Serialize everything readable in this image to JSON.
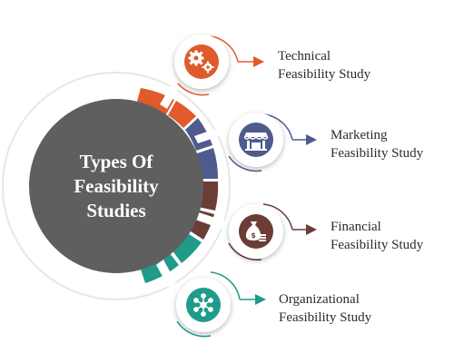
{
  "center": {
    "line1": "Types Of",
    "line2": "Feasibility",
    "line3": "Studies",
    "color": "#5f5f5f"
  },
  "items": [
    {
      "line1": "Technical",
      "line2": "Feasibility Study",
      "icon": "gears-icon",
      "color": "#e05a2b"
    },
    {
      "line1": "Marketing",
      "line2": "Feasibility Study",
      "icon": "storefront-icon",
      "color": "#4f5b8e"
    },
    {
      "line1": "Financial",
      "line2": "Feasibility Study",
      "icon": "money-bag-icon",
      "color": "#6b3d36"
    },
    {
      "line1": "Organizational",
      "line2": "Feasibility Study",
      "icon": "network-icon",
      "color": "#1f9b8a"
    }
  ]
}
